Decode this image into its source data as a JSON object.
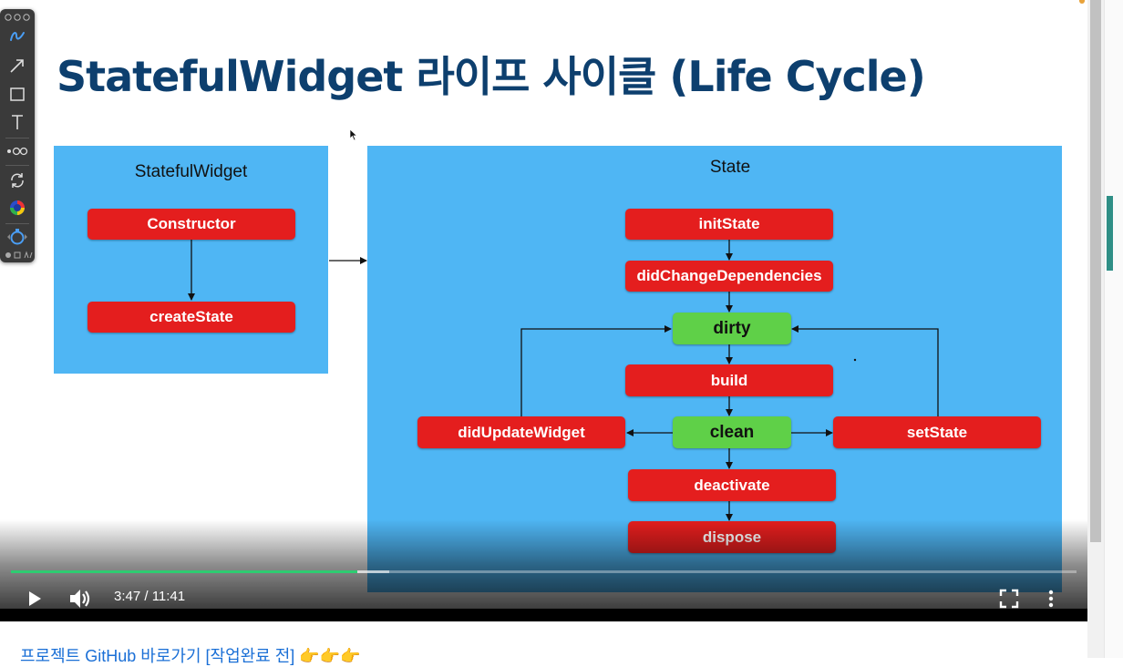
{
  "slide": {
    "title": "StatefulWidget 라이프 사이클 (Life Cycle)"
  },
  "diagram": {
    "widget_panel_title": "StatefulWidget",
    "state_panel_title": "State",
    "nodes": {
      "constructor": "Constructor",
      "create_state": "createState",
      "init_state": "initState",
      "did_change_dependencies": "didChangeDependencies",
      "dirty": "dirty",
      "build": "build",
      "clean": "clean",
      "did_update_widget": "didUpdateWidget",
      "set_state": "setState",
      "deactivate": "deactivate",
      "dispose": "dispose"
    },
    "colors": {
      "panel": "#4fb6f4",
      "red_node": "#e41e1e",
      "green_node": "#5fd048",
      "title": "#0d3f6e"
    }
  },
  "player": {
    "time_display": "3:47 / 11:41",
    "progress_fraction": 0.325,
    "buffer_fraction": 0.355,
    "progress_color": "#2ecc71",
    "icons": [
      "play-icon",
      "volume-icon",
      "fullscreen-icon",
      "more-options-icon"
    ]
  },
  "annotation_toolbar": {
    "tools": [
      "pen-tool-icon",
      "arrow-tool-icon",
      "rectangle-tool-icon",
      "text-tool-icon",
      "link-tool-icon",
      "rotate-icon",
      "color-picker-icon",
      "stroke-width-icon"
    ]
  },
  "page": {
    "link_text": "프로젝트 GitHub 바로가기 [작업완료 전]",
    "link_emoji": "👉👉👉"
  }
}
